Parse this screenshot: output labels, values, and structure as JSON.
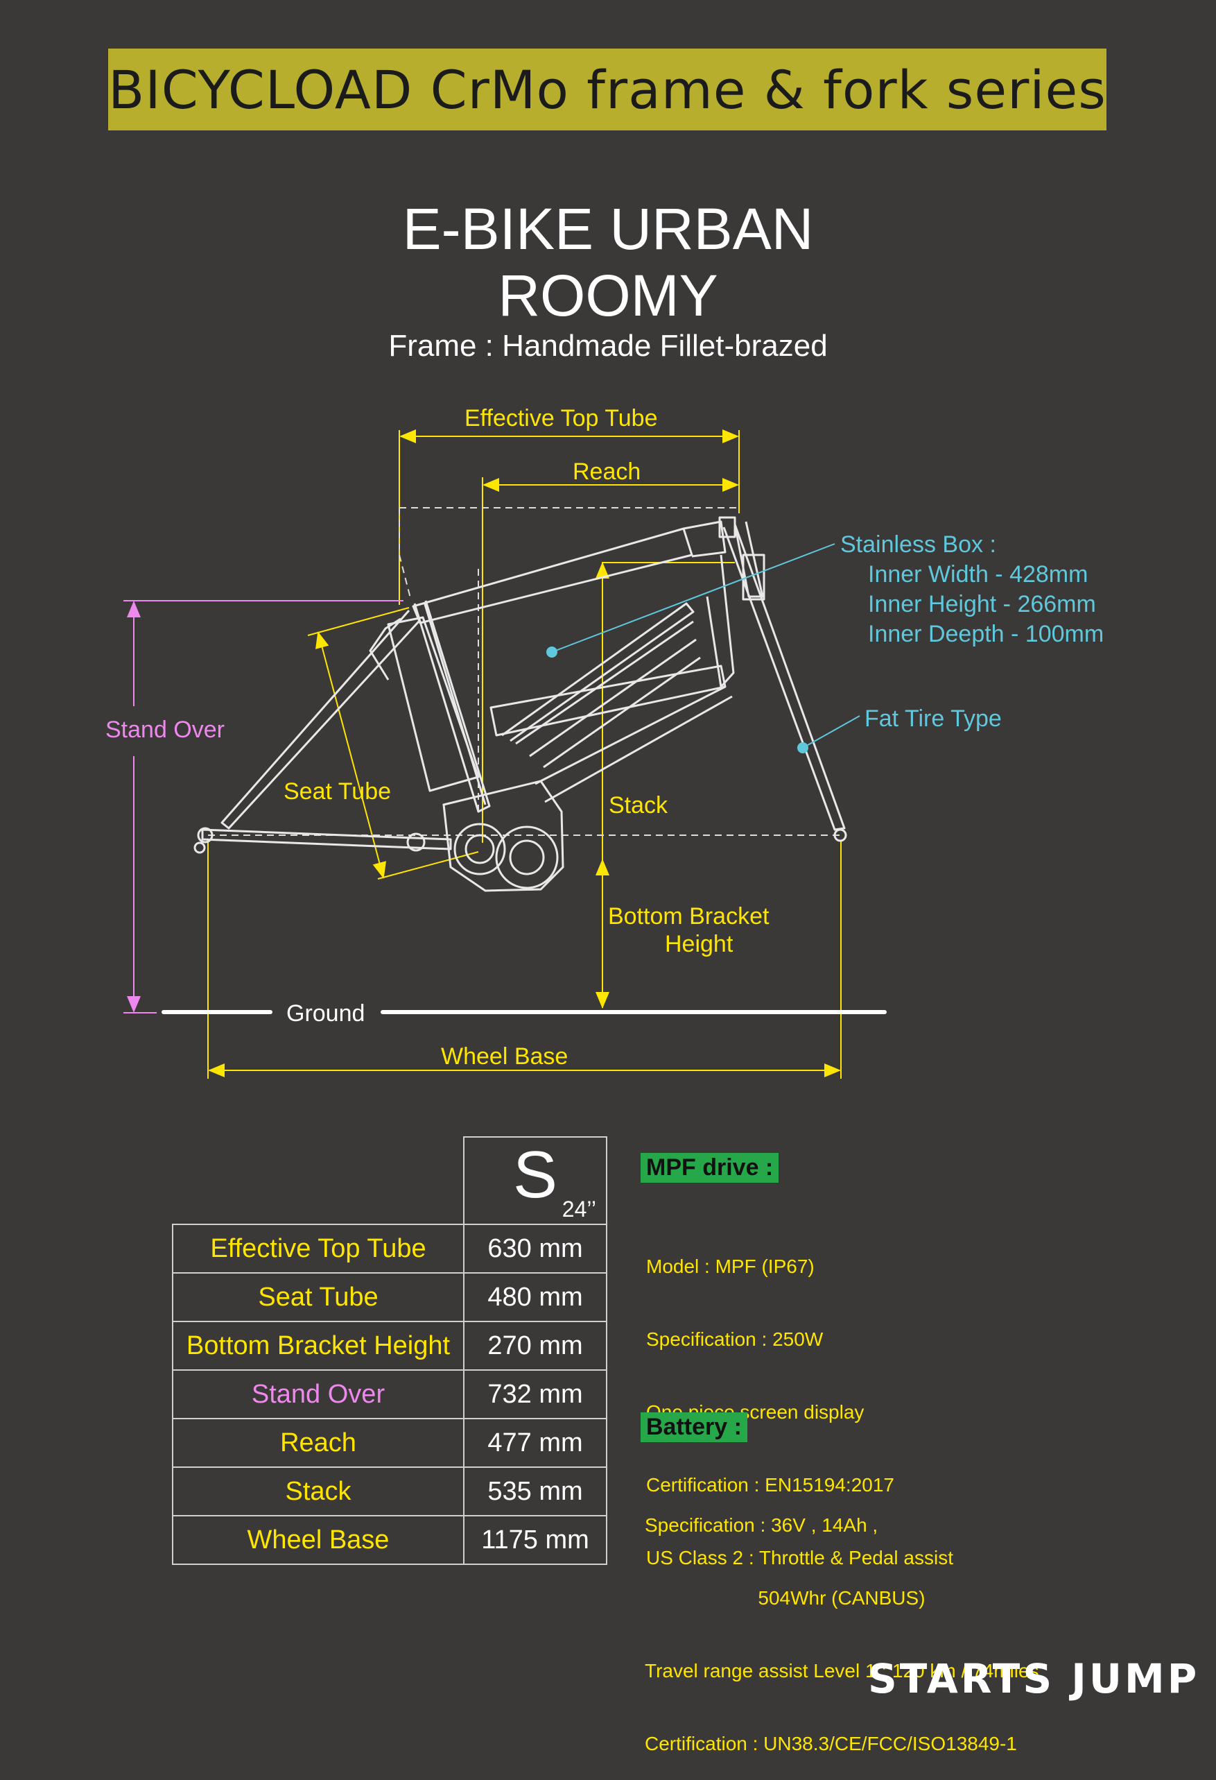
{
  "banner": {
    "title": "BICYCLOAD CrMo frame & fork series"
  },
  "product": {
    "name_line1": "E-BIKE URBAN",
    "name_line2": "ROOMY",
    "frame": "Frame : Handmade Fillet-brazed"
  },
  "diagram": {
    "effective_top_tube": "Effective Top Tube",
    "reach": "Reach",
    "stand_over": "Stand Over",
    "seat_tube": "Seat Tube",
    "stack": "Stack",
    "bb_height_line1": "Bottom Bracket",
    "bb_height_line2": "Height",
    "ground": "Ground",
    "wheel_base": "Wheel Base",
    "box_title": "Stainless Box :",
    "box_width": "Inner Width - 428mm",
    "box_height": "Inner Height - 266mm",
    "box_depth": "Inner Deepth - 100mm",
    "fork_label": "Fat Tire Type"
  },
  "geometry_table": {
    "size": "S",
    "wheel": "24’’",
    "rows": [
      {
        "name": "Effective Top Tube",
        "value": "630 mm"
      },
      {
        "name": "Seat Tube",
        "value": "480 mm"
      },
      {
        "name": "Bottom Bracket Height",
        "value": "270 mm"
      },
      {
        "name": "Stand Over",
        "value": "732 mm"
      },
      {
        "name": "Reach",
        "value": "477 mm"
      },
      {
        "name": "Stack",
        "value": "535 mm"
      },
      {
        "name": "Wheel Base",
        "value": "1175 mm"
      }
    ]
  },
  "drive": {
    "header": "MPF drive :",
    "lines": [
      "Model : MPF (IP67)",
      "Specification : 250W",
      "One piece screen display",
      "Certification : EN15194:2017",
      "US Class 2 : Throttle & Pedal assist"
    ]
  },
  "battery": {
    "header": "Battery :",
    "lines": [
      "Specification : 36V , 14Ah ,",
      "                     504Whr (CANBUS)",
      "Travel range assist Level 1 : 120 km / 74miles",
      "Certification : UN38.3/CE/FCC/ISO13849-1"
    ]
  },
  "brand": "STARTS JUMP",
  "colors": {
    "background": "#3b3838",
    "banner": "#b8ae2e",
    "dimension": "#ffe600",
    "stand_over": "#ee88ee",
    "callout": "#5fc8dc",
    "header_green": "#26a84a"
  }
}
